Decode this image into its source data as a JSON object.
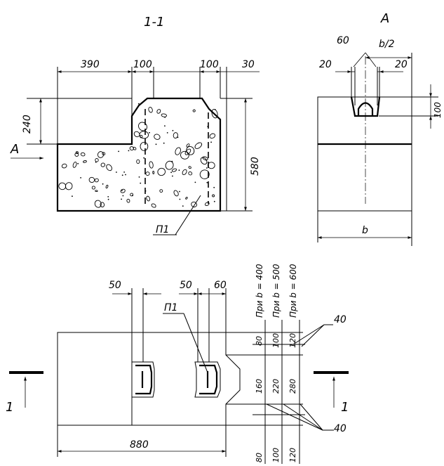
{
  "section_title": "1-1",
  "view_title": "A",
  "labels": {
    "view_arrow": "A",
    "section_mark_left": "1",
    "section_mark_right": "1",
    "part_P1_top": "П1",
    "part_P1_bottom": "П1"
  },
  "section_dims": {
    "d390": "390",
    "d100a": "100",
    "d100b": "100",
    "d30": "30",
    "d240": "240",
    "d580": "580"
  },
  "view_dims": {
    "d60": "60",
    "b_half": "b/2",
    "d20a": "20",
    "d20b": "20",
    "d100": "100",
    "b": "b"
  },
  "plan_dims": {
    "d50a": "50",
    "d50b": "50",
    "d60": "60",
    "d880": "880",
    "col_headers": [
      "При b = 400",
      "При b = 500",
      "При b = 600"
    ],
    "top_row": [
      "80",
      "100",
      "120"
    ],
    "mid_row": [
      "160",
      "220",
      "280"
    ],
    "bottom_row": [
      "80",
      "100",
      "120"
    ],
    "d40_top": "40",
    "d40_bottom": "40"
  }
}
